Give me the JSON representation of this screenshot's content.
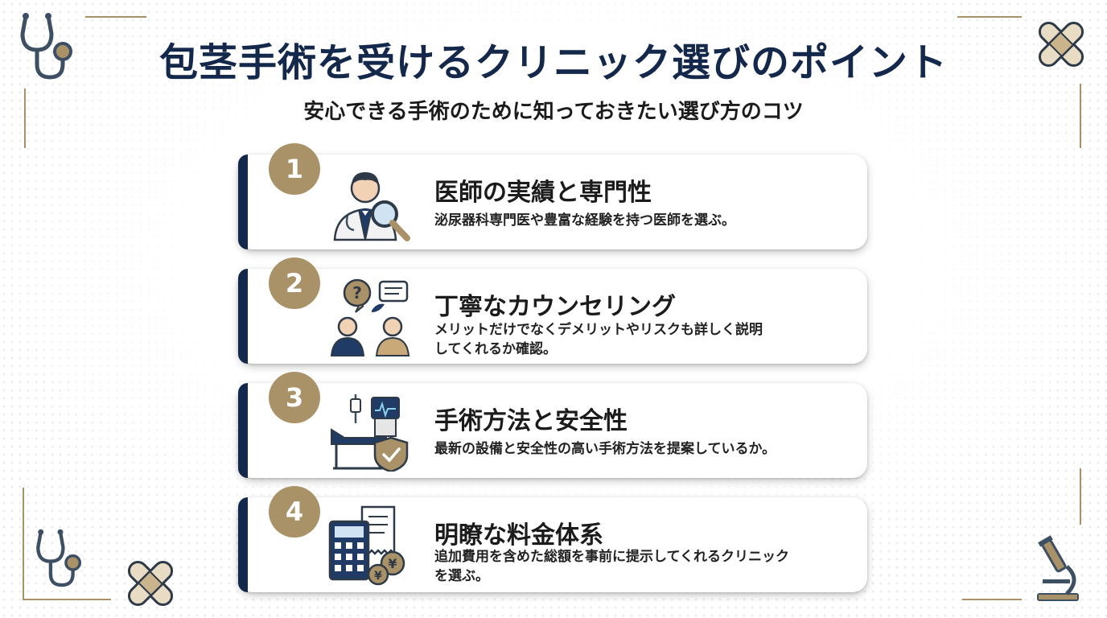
{
  "header": {
    "title": "包茎手術を受けるクリニック選びのポイント",
    "subtitle": "安心できる手術のために知っておきたい選び方のコツ"
  },
  "colors": {
    "navy": "#14284b",
    "gold": "#a99268"
  },
  "points": [
    {
      "number": "1",
      "heading": "医師の実績と専門性",
      "desc1": "泌尿器科専門医や豊富な経験を持つ医師を選ぶ。",
      "desc2": "",
      "icon": "doctor-magnifier-icon"
    },
    {
      "number": "2",
      "heading": "丁寧なカウンセリング",
      "desc1": "メリットだけでなくデメリットやリスクも詳しく説明",
      "desc2": "してくれるか確認。",
      "icon": "consultation-icon"
    },
    {
      "number": "3",
      "heading": "手術方法と安全性",
      "desc1": "最新の設備と安全性の高い手術方法を提案しているか。",
      "desc2": "",
      "icon": "surgery-safety-icon"
    },
    {
      "number": "4",
      "heading": "明瞭な料金体系",
      "desc1": "追加費用を含めた総額を事前に提示してくれるクリニック",
      "desc2": "を選ぶ。",
      "icon": "calculator-yen-icon"
    }
  ],
  "decorations": [
    "stethoscope-icon",
    "bandage-icon",
    "microscope-icon"
  ]
}
